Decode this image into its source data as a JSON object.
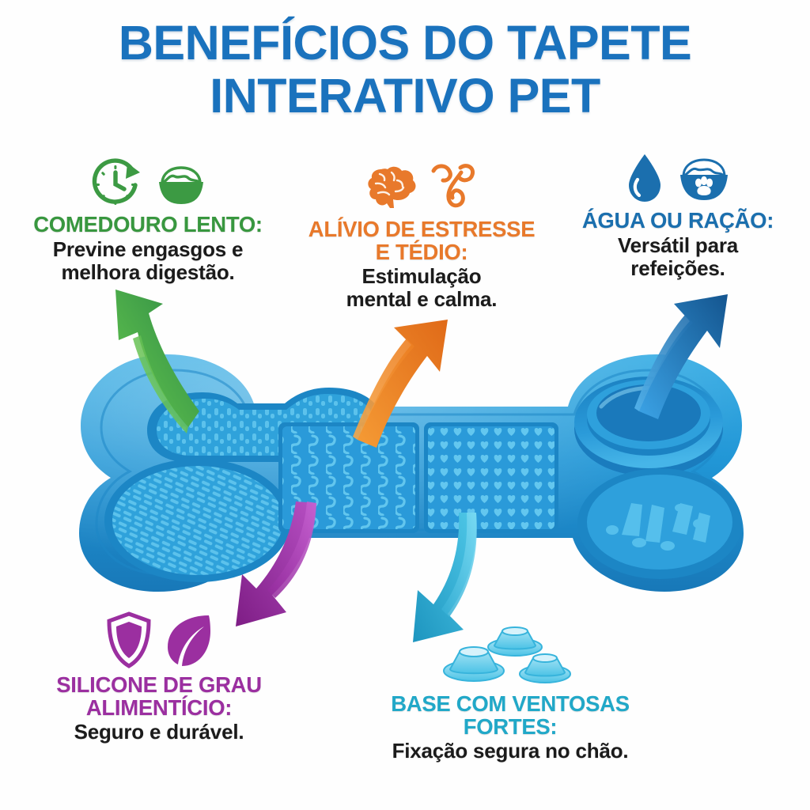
{
  "page": {
    "background_color": "#ffffff",
    "language": "pt-BR"
  },
  "title": {
    "line1": "BENEFÍCIOS DO TAPETE",
    "line2": "INTERATIVO PET",
    "color": "#1a72bd"
  },
  "features": [
    {
      "id": "slow-feeder",
      "heading": "COMEDOURO LENTO:",
      "body": "Previne engasgos e\nmelhora digestão.",
      "color": "#38973f",
      "icons": [
        "clock-arrow-icon",
        "food-bowl-icon"
      ],
      "arrow": {
        "name": "green-arrow",
        "color": "#3aa53f",
        "direction": "up-left"
      }
    },
    {
      "id": "stress-relief",
      "heading": "ALÍVIO DE ESTRESSE\nE TÉDIO:",
      "body": "Estimulação\nmental e calma.",
      "color": "#e8792b",
      "icons": [
        "brain-icon",
        "chew-bone-toy-icon"
      ],
      "arrow": {
        "name": "orange-arrow",
        "color": "#ef8526",
        "direction": "up-right"
      }
    },
    {
      "id": "water-or-food",
      "heading": "ÁGUA OU RAÇÃO:",
      "body": "Versátil para\nrefeições.",
      "color": "#1b6fae",
      "icons": [
        "water-drop-icon",
        "paw-food-bowl-icon"
      ],
      "arrow": {
        "name": "blue-arrow",
        "color": "#1b6fae",
        "direction": "up-right"
      }
    },
    {
      "id": "food-grade-silicone",
      "heading": "SILICONE DE GRAU\nALIMENTÍCIO:",
      "body": "Seguro e durável.",
      "color": "#9b2fa0",
      "icons": [
        "shield-icon",
        "leaf-icon"
      ],
      "arrow": {
        "name": "purple-arrow",
        "color": "#a234ab",
        "direction": "down-left"
      }
    },
    {
      "id": "suction-base",
      "heading": "BASE COM VENTOSAS\nFORTES:",
      "body": "Fixação segura no chão.",
      "color": "#21a8c8",
      "icons": [
        "suction-cup-icon",
        "suction-cup-icon",
        "suction-cup-icon"
      ],
      "arrow": {
        "name": "cyan-arrow",
        "color": "#29b4d8",
        "direction": "down-left"
      }
    }
  ],
  "product": {
    "name": "tapete-interativo-pet",
    "shape": "bone",
    "material_color": "#2196d6",
    "sections": [
      {
        "name": "nub-lick-pad",
        "texture": "nubs"
      },
      {
        "name": "braid-lick-pad",
        "texture": "braided"
      },
      {
        "name": "swirl-lick-pad",
        "texture": "swirls"
      },
      {
        "name": "heart-lick-pad",
        "texture": "hearts"
      },
      {
        "name": "deep-water-bowl",
        "texture": "smooth-bowl"
      },
      {
        "name": "slow-feed-maze-bowl",
        "texture": "maze-blocks"
      }
    ]
  }
}
